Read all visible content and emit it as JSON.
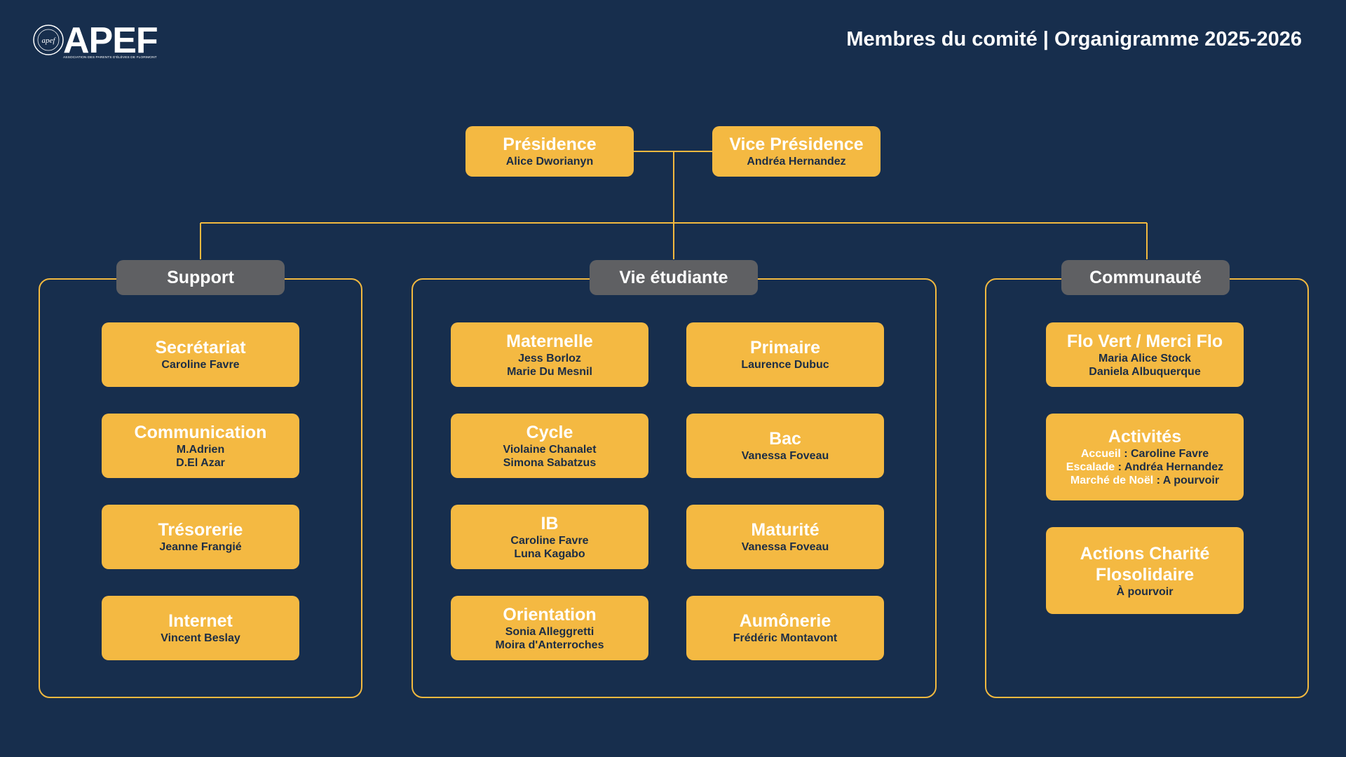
{
  "header": {
    "logo_text": "APEF",
    "logo_seal_text": "apef",
    "logo_subtitle": "ASSOCIATION DES PARENTS D'ÉLÈVES DE FLORIMONT",
    "title": "Membres du comité | Organigramme 2025-2026"
  },
  "leadership": {
    "presidence": {
      "title": "Présidence",
      "name": "Alice Dworianyn"
    },
    "vice_presidence": {
      "title": "Vice Présidence",
      "name": "Andréa Hernandez"
    }
  },
  "groups": {
    "support": {
      "label": "Support",
      "cards": [
        {
          "title": "Secrétariat",
          "lines": [
            "Caroline Favre"
          ]
        },
        {
          "title": "Communication",
          "lines": [
            "M.Adrien",
            "D.El Azar"
          ]
        },
        {
          "title": "Trésorerie",
          "lines": [
            "Jeanne Frangié"
          ]
        },
        {
          "title": "Internet",
          "lines": [
            "Vincent Beslay"
          ]
        }
      ]
    },
    "vie_etudiante": {
      "label": "Vie étudiante",
      "cards": [
        {
          "title": "Maternelle",
          "lines": [
            "Jess Borloz",
            "Marie Du Mesnil"
          ]
        },
        {
          "title": "Primaire",
          "lines": [
            "Laurence Dubuc"
          ]
        },
        {
          "title": "Cycle",
          "lines": [
            "Violaine Chanalet",
            "Simona Sabatzus"
          ]
        },
        {
          "title": "Bac",
          "lines": [
            "Vanessa Foveau"
          ]
        },
        {
          "title": "IB",
          "lines": [
            "Caroline Favre",
            "Luna Kagabo"
          ]
        },
        {
          "title": "Maturité",
          "lines": [
            "Vanessa Foveau"
          ]
        },
        {
          "title": "Orientation",
          "lines": [
            "Sonia Alleggretti",
            "Moira d'Anterroches"
          ]
        },
        {
          "title": "Aumônerie",
          "lines": [
            "Frédéric Montavont"
          ]
        }
      ]
    },
    "communaute": {
      "label": "Communauté",
      "cards": [
        {
          "title": "Flo Vert / Merci Flo",
          "lines": [
            "Maria Alice Stock",
            "Daniela Albuquerque"
          ]
        },
        {
          "title": "Activités",
          "items": [
            {
              "label": "Accueil",
              "sep": " : ",
              "value": "Caroline Favre"
            },
            {
              "label": "Escalade",
              "sep": " : ",
              "value": "Andréa Hernandez"
            },
            {
              "label": "Marché de Noël",
              "sep": " : ",
              "value": "A pourvoir"
            }
          ]
        },
        {
          "title_lines": [
            "Actions Charité",
            "Flosolidaire"
          ],
          "lines": [
            "À pourvoir"
          ]
        }
      ]
    }
  },
  "colors": {
    "background": "#172e4d",
    "card": "#f4b942",
    "frame": "#f2b93f",
    "group_header": "#5f6063",
    "text_dark": "#1c2d45",
    "text_light": "#ffffff"
  }
}
